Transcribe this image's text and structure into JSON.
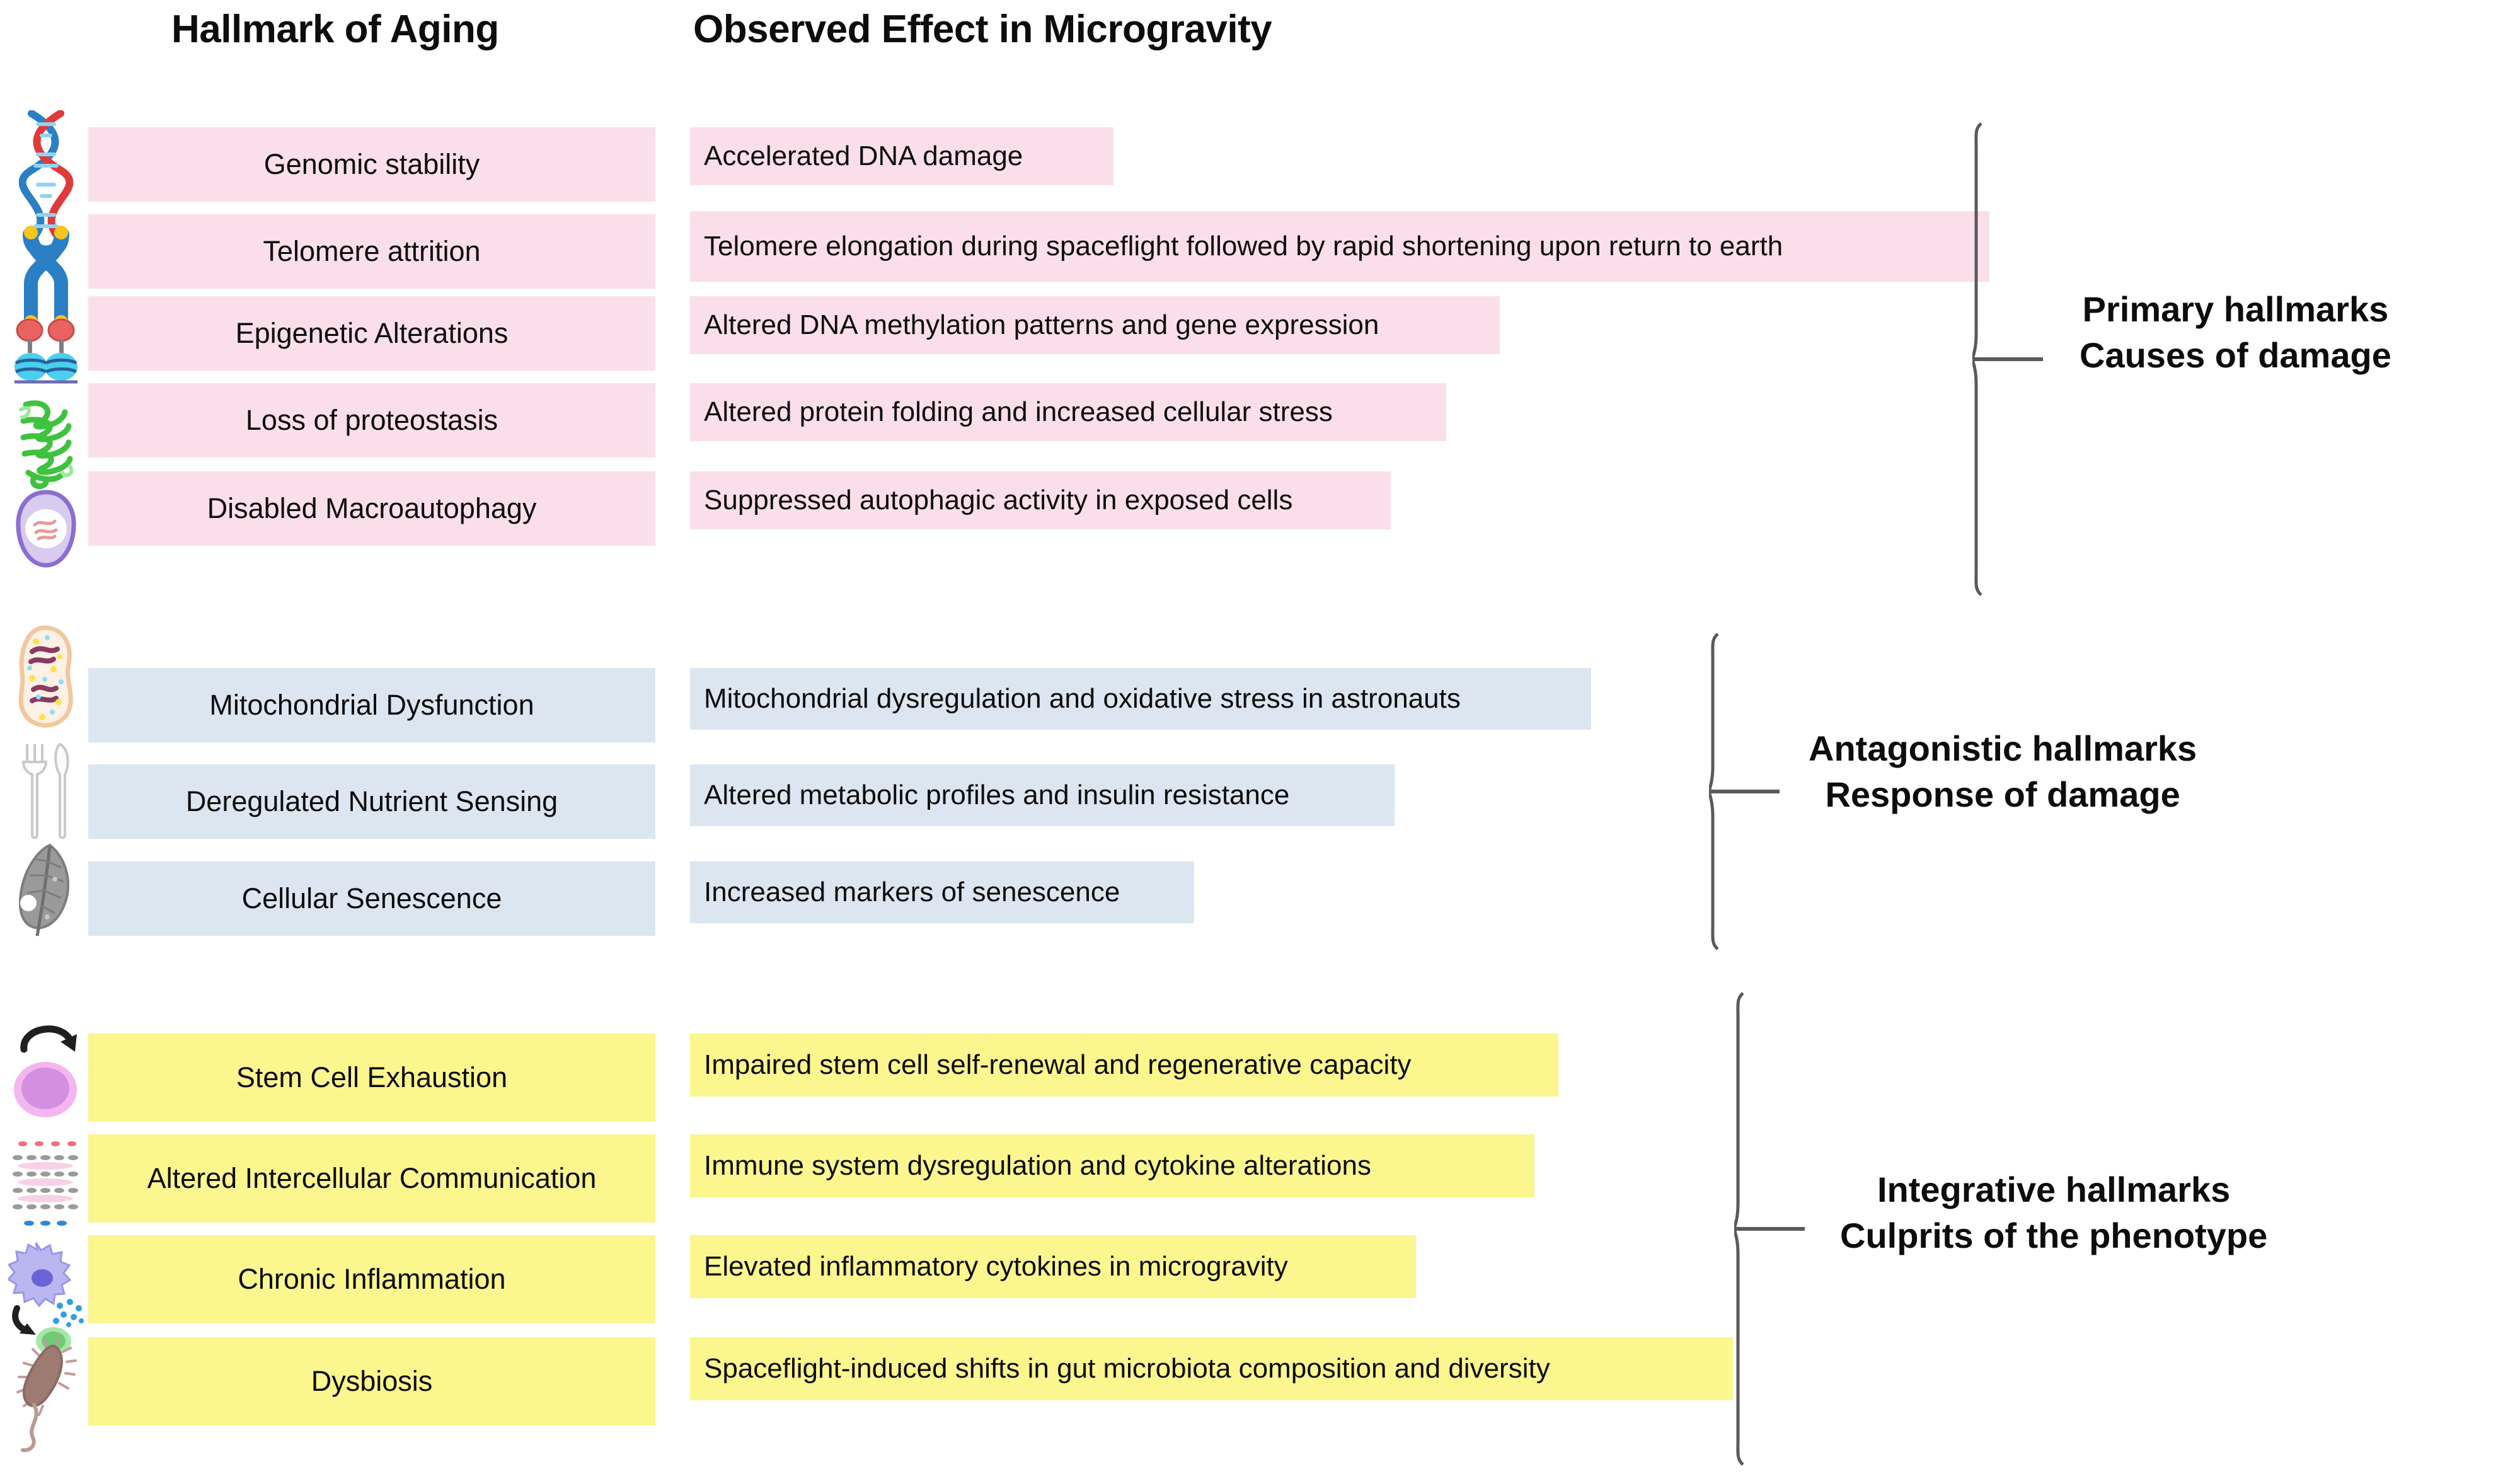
{
  "headers": {
    "hallmark": "Hallmark of Aging",
    "effect": "Observed Effect in Microgravity"
  },
  "colors": {
    "primary_bg": "#fadfea",
    "antagonistic_bg": "#dce6f1",
    "integrative_bg": "#fbf68e",
    "text": "#0d0d0d",
    "brace": "#5a5a5a",
    "page_bg": "#ffffff"
  },
  "groups": [
    {
      "id": "primary",
      "label_line1": "Primary hallmarks",
      "label_line2": "Causes of damage",
      "rows": [
        {
          "icon": "dna-double-helix-icon",
          "hallmark": "Genomic stability",
          "effect": "Accelerated DNA damage"
        },
        {
          "icon": "chromosome-telomere-icon",
          "hallmark": "Telomere attrition",
          "effect": "Telomere elongation during spaceflight followed by rapid shortening upon return to earth"
        },
        {
          "icon": "nucleosome-histone-icon",
          "hallmark": "Epigenetic Alterations",
          "effect": "Altered DNA methylation patterns and gene expression"
        },
        {
          "icon": "folded-protein-icon",
          "hallmark": "Loss of proteostasis",
          "effect": "Altered protein folding and increased cellular stress"
        },
        {
          "icon": "autophagosome-icon",
          "hallmark": "Disabled Macroautophagy",
          "effect": "Suppressed autophagic activity in exposed cells"
        }
      ]
    },
    {
      "id": "antagonistic",
      "label_line1": "Antagonistic hallmarks",
      "label_line2": "Response of damage",
      "rows": [
        {
          "icon": "mitochondrion-icon",
          "hallmark": "Mitochondrial Dysfunction",
          "effect": "Mitochondrial dysregulation and oxidative stress in astronauts"
        },
        {
          "icon": "fork-and-knife-icon",
          "hallmark": "Deregulated Nutrient Sensing",
          "effect": "Altered metabolic profiles and insulin resistance"
        },
        {
          "icon": "withered-leaf-icon",
          "hallmark": "Cellular Senescence",
          "effect": "Increased markers of senescence"
        }
      ]
    },
    {
      "id": "integrative",
      "label_line1": "Integrative hallmarks",
      "label_line2": "Culprits of the phenotype",
      "rows": [
        {
          "icon": "stem-cell-renewal-icon",
          "hallmark": "Stem Cell Exhaustion",
          "effect": "Impaired stem cell self-renewal and regenerative capacity"
        },
        {
          "icon": "cell-matrix-grid-icon",
          "hallmark": "Altered Intercellular Communication",
          "effect": "Immune system dysregulation and cytokine alterations"
        },
        {
          "icon": "immune-cell-cytokine-icon",
          "hallmark": "Chronic Inflammation",
          "effect": "Elevated inflammatory cytokines in microgravity"
        },
        {
          "icon": "flagellated-bacterium-icon",
          "hallmark": "Dysbiosis",
          "effect": "Spaceflight-induced shifts in gut microbiota composition and diversity"
        }
      ]
    }
  ]
}
